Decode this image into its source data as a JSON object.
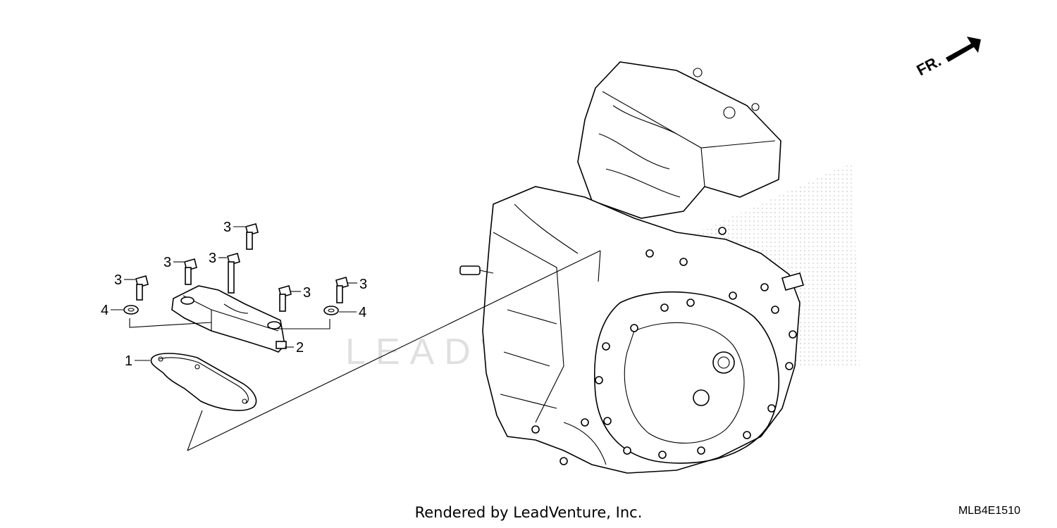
{
  "diagram": {
    "direction_label": "FR.",
    "callouts": [
      {
        "id": "c1",
        "number": "1"
      },
      {
        "id": "c2",
        "number": "2"
      },
      {
        "id": "c3a",
        "number": "3"
      },
      {
        "id": "c3b",
        "number": "3"
      },
      {
        "id": "c3c",
        "number": "3"
      },
      {
        "id": "c3d",
        "number": "3"
      },
      {
        "id": "c3e",
        "number": "3"
      },
      {
        "id": "c3f",
        "number": "3"
      },
      {
        "id": "c4a",
        "number": "4"
      },
      {
        "id": "c4b",
        "number": "4"
      }
    ]
  },
  "watermark": "LEADVENTURE",
  "footer": {
    "credit": "Rendered by LeadVenture, Inc.",
    "code": "MLB4E1510"
  }
}
